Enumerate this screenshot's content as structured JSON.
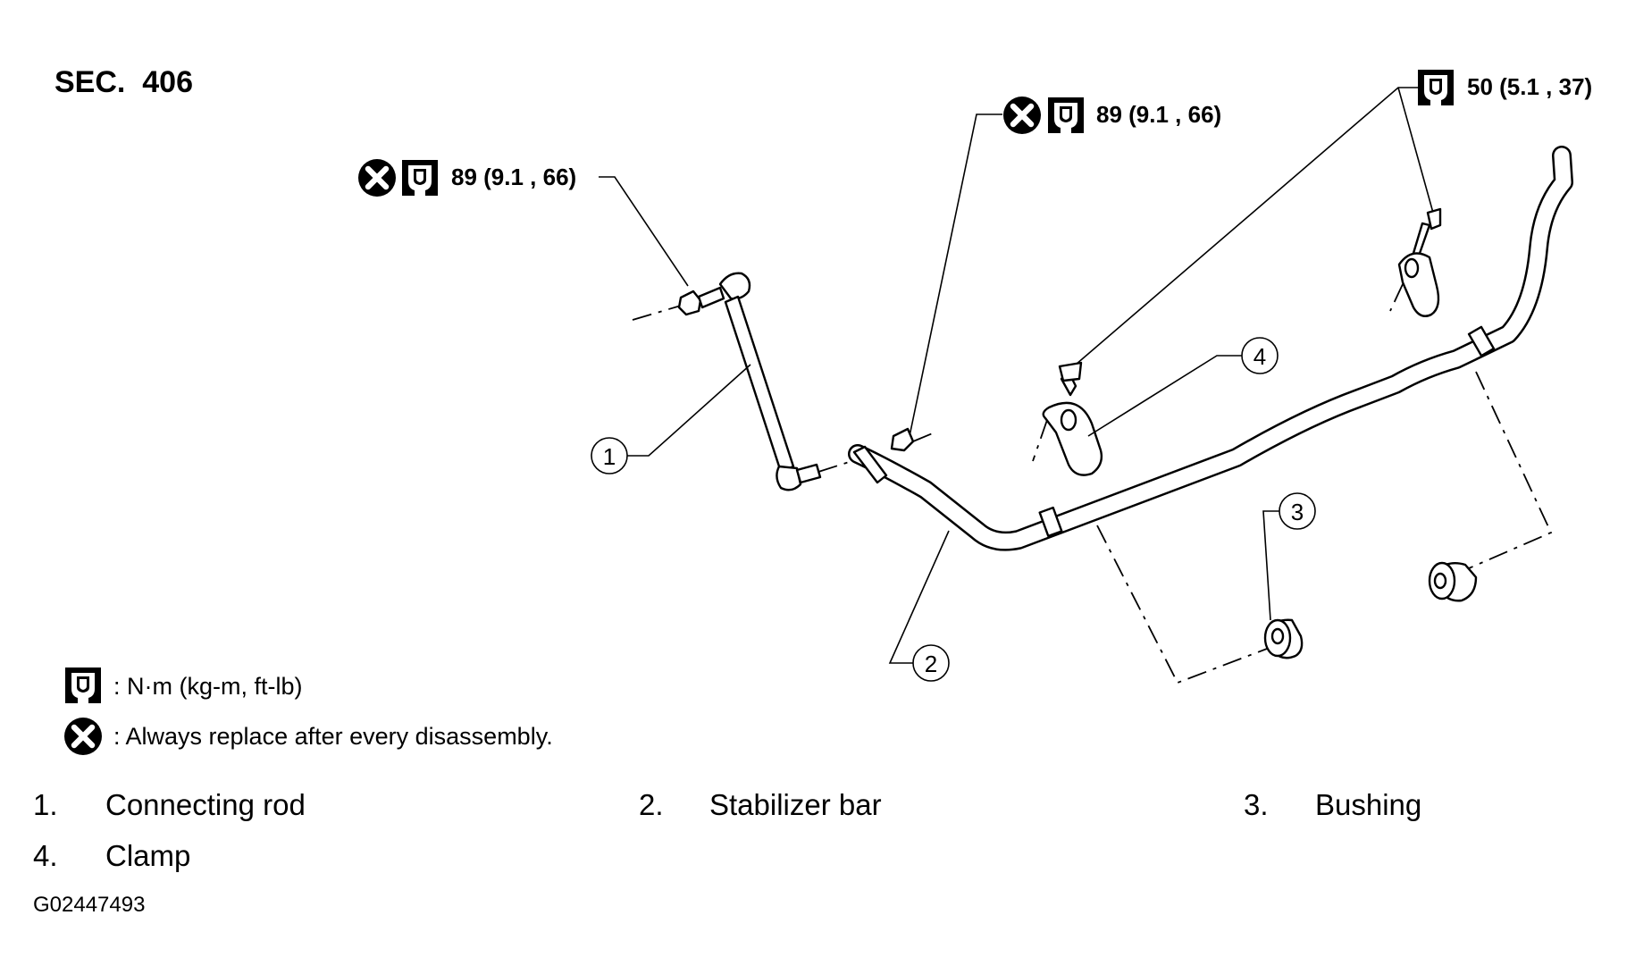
{
  "section": "SEC.  406",
  "torque_callouts": [
    {
      "value": "89 (9.1 , 66)",
      "replace_icon": true
    },
    {
      "value": "89 (9.1 , 66)",
      "replace_icon": true
    },
    {
      "value": "50 (5.1 , 37)",
      "replace_icon": false
    }
  ],
  "callout_numbers": [
    "1",
    "2",
    "3",
    "4"
  ],
  "legend": [
    {
      "icon": "torque-wrench-icon",
      "text": ": N·m (kg-m, ft-lb)"
    },
    {
      "icon": "always-replace-icon",
      "text": ": Always replace after every disassembly."
    }
  ],
  "parts": [
    {
      "number": "1.",
      "name": "Connecting rod"
    },
    {
      "number": "2.",
      "name": "Stabilizer bar"
    },
    {
      "number": "3.",
      "name": "Bushing"
    },
    {
      "number": "4.",
      "name": "Clamp"
    }
  ],
  "figure_id": "G02447493"
}
